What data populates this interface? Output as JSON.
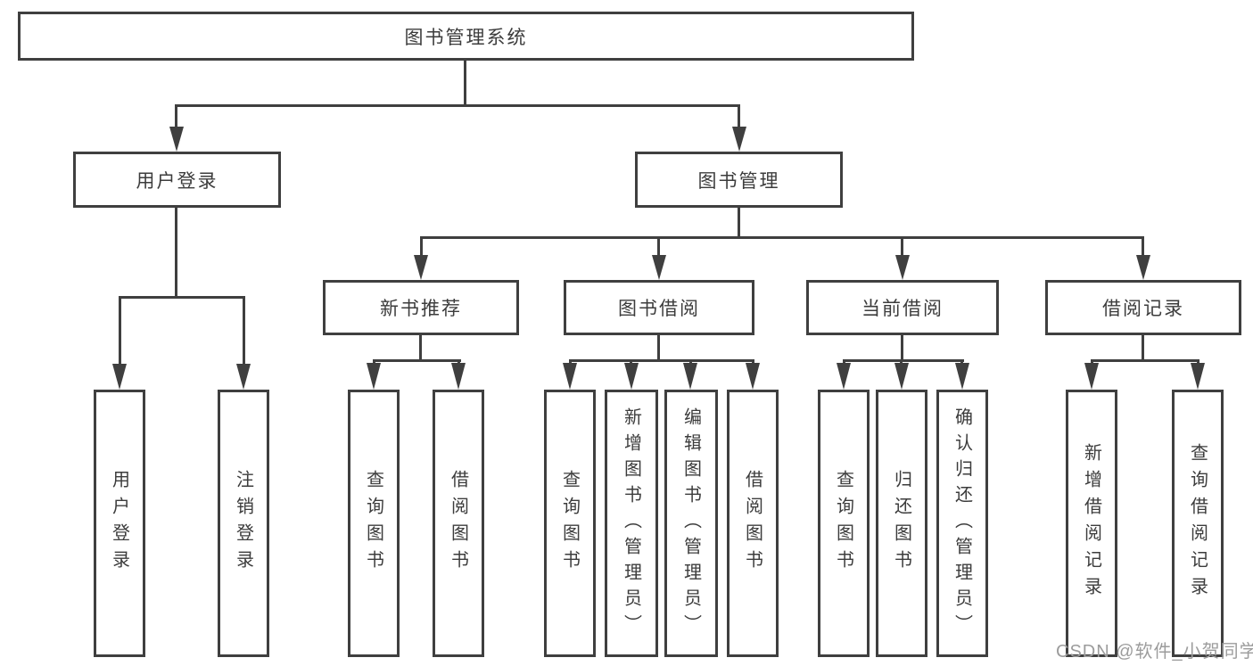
{
  "colors": {
    "line": "#3f3f3f",
    "text": "#3c3c3c",
    "watermark": "#9c9c9c",
    "background": "#ffffff"
  },
  "watermark": {
    "text": "CSDN @软件_小贺同学"
  },
  "tree": {
    "label": "图书管理系统",
    "children": [
      {
        "label": "用户登录",
        "children": [
          {
            "label": "用户登录"
          },
          {
            "label": "注销登录"
          }
        ]
      },
      {
        "label": "图书管理",
        "children": [
          {
            "label": "新书推荐",
            "children": [
              {
                "label": "查询图书"
              },
              {
                "label": "借阅图书"
              }
            ]
          },
          {
            "label": "图书借阅",
            "children": [
              {
                "label": "查询图书"
              },
              {
                "label": "新增图书（管理员）"
              },
              {
                "label": "编辑图书（管理员）"
              },
              {
                "label": "借阅图书"
              }
            ]
          },
          {
            "label": "当前借阅",
            "children": [
              {
                "label": "查询图书"
              },
              {
                "label": "归还图书"
              },
              {
                "label": "确认归还（管理员）"
              }
            ]
          },
          {
            "label": "借阅记录",
            "children": [
              {
                "label": "新增借阅记录"
              },
              {
                "label": "查询借阅记录"
              }
            ]
          }
        ]
      }
    ]
  }
}
